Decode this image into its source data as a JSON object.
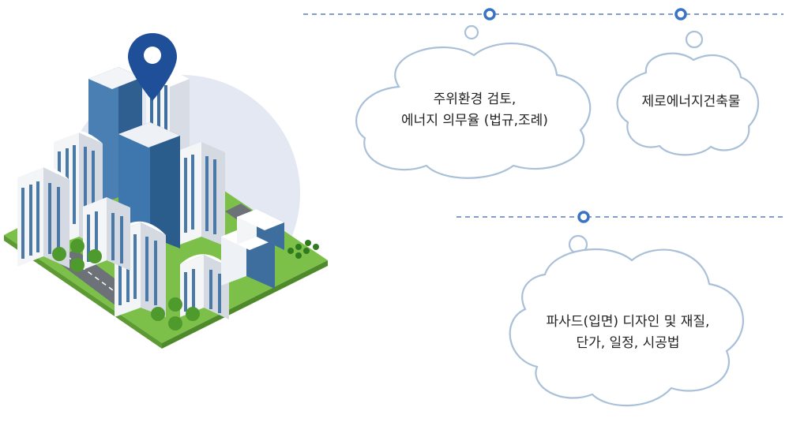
{
  "colors": {
    "accent": "#3b73c4",
    "dashed_line": "#5b7fb8",
    "cloud_stroke": "#a9c0d8",
    "pin": "#1f4f99",
    "glow_circle": "#e3e8f2",
    "grass": "#7cc04a"
  },
  "icons": {
    "location_pin": "location-pin-icon",
    "city": "city-buildings-illustration"
  },
  "bubbles": {
    "environment": {
      "line1": "주위환경 검토,",
      "line2": "에너지 의무율 (법규,조례)"
    },
    "zero_energy": {
      "line1": "제로에너지건축물"
    },
    "facade": {
      "line1": "파사드(입면) 디자인 및 재질,",
      "line2": "단가, 일정, 시공법"
    }
  }
}
